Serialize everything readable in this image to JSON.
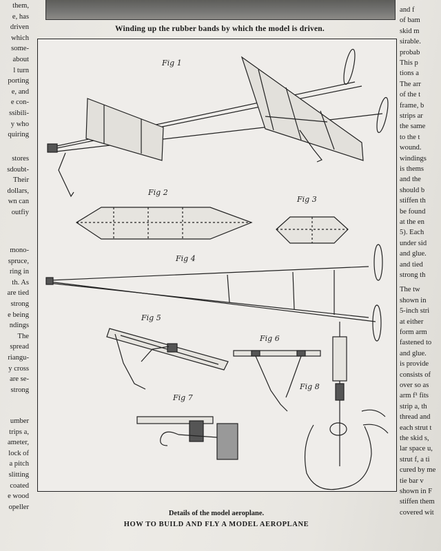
{
  "photo": {
    "caption": "Winding up the rubber bands by which the model is driven."
  },
  "figure": {
    "labels": [
      "Fig 1",
      "Fig 2",
      "Fig 3",
      "Fig 4",
      "Fig 5",
      "Fig 6",
      "Fig 7",
      "Fig 8"
    ],
    "caption": "Details of the model aeroplane."
  },
  "article": {
    "title": "HOW TO BUILD AND FLY A MODEL AEROPLANE"
  },
  "left_column": [
    "them,",
    "e, has",
    "driven",
    "which",
    "some-",
    "about",
    "l turn",
    "porting",
    "e, and",
    "e con-",
    "ssibili-",
    "y who",
    "quiring",
    "stores",
    "sdoubt-",
    "Their",
    "dollars,",
    "wn can",
    "outfiy",
    "mono-",
    "spruce,",
    "ring in",
    "th. As",
    "are tied",
    "strong",
    "e being",
    "ndings",
    "The",
    "spread",
    "riangu-",
    "y cross",
    "are se-",
    "strong",
    "umber",
    "trips a,",
    "ameter,",
    "lock of",
    "a pitch",
    "slitting",
    "coated",
    "e wood",
    "opeller"
  ],
  "right_column": [
    "and f",
    "of bam",
    "skid m",
    "sirable.",
    "probab",
    "This p",
    "tions a",
    "The arr",
    "of the t",
    "frame, b",
    "strips ar",
    "the same",
    "to the t",
    "wound.",
    "windings",
    "is thems",
    "and the",
    "should b",
    "stiffen th",
    "be found",
    "at the en",
    "5). Each",
    "under sid",
    "and glue.",
    "and tied",
    "strong th",
    "The tw",
    "shown in",
    "5-inch stri",
    "at either",
    "form arm",
    "fastened to",
    "and glue.",
    "is provide",
    "consists of",
    "over so as",
    "arm f¹ fits",
    "strip a, th",
    "thread and",
    "each strut t",
    "the skid s,",
    "lar space u,",
    "strut f, a ti",
    "cured by me",
    "tie bar v",
    "shown in F",
    "stiffen them",
    "covered wit"
  ]
}
